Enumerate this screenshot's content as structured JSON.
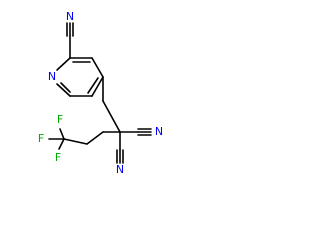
{
  "molecule": {
    "colors": {
      "bond": "#000000",
      "carbon": "#000000",
      "nitrogen": "#0000ff",
      "fluorine": "#00aa00"
    },
    "atoms": {
      "ring_nitrogen": "N",
      "nitrile_top": "N",
      "nitrile_right": "N",
      "nitrile_bottom": "N",
      "fluorine_top": "F",
      "fluorine_left": "F",
      "fluorine_bottom": "F"
    }
  }
}
